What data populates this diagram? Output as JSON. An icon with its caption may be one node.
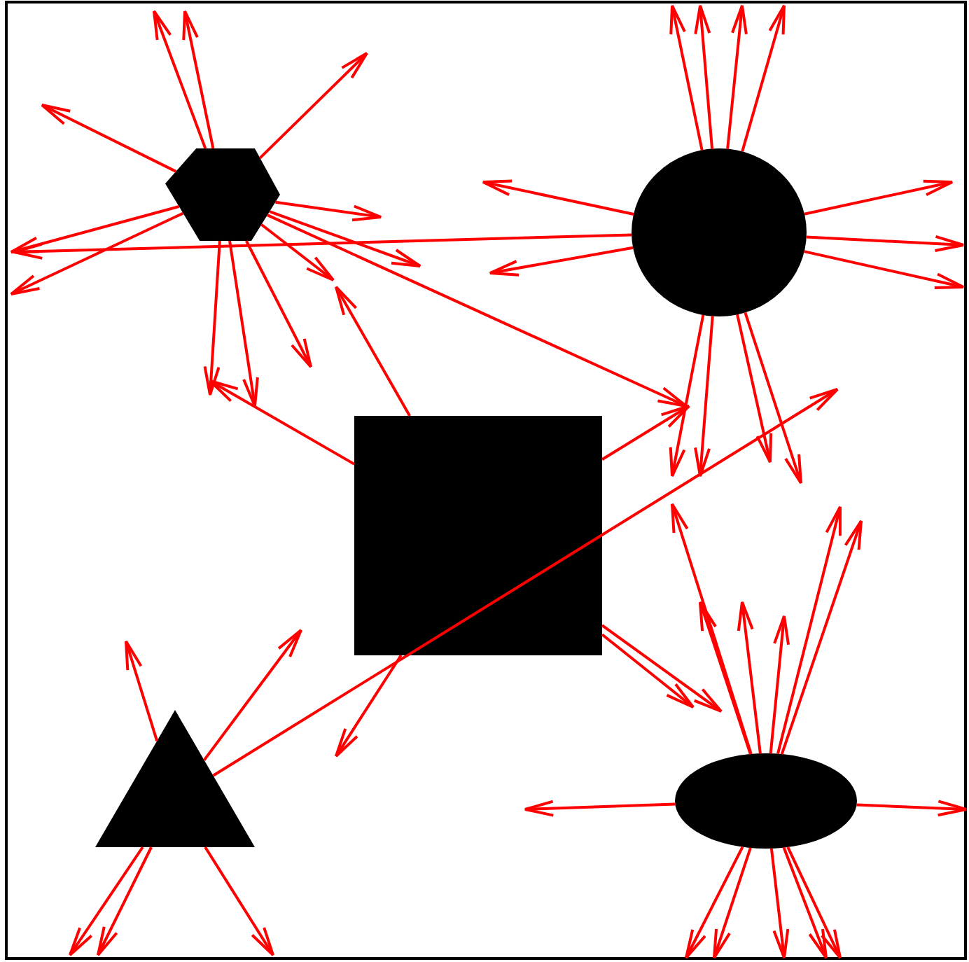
{
  "diagram": {
    "nodes": [
      {
        "text": [],
        "shape": "hexagon"
      },
      {
        "text": [],
        "shape": "circle"
      },
      {
        "text": [],
        "shape": "box"
      },
      {
        "text": [],
        "shape": "triangle"
      },
      {
        "text": [],
        "shape": "ellipse"
      }
    ],
    "edges": [
      {
        "from": 0,
        "to": null,
        "arrow": "to"
      },
      {
        "from": 0,
        "to": null,
        "arrow": "to"
      },
      {
        "from": 0,
        "to": null,
        "arrow": "to"
      },
      {
        "from": 0,
        "to": null,
        "arrow": "to"
      },
      {
        "from": 0,
        "to": null,
        "arrow": "to"
      },
      {
        "from": 0,
        "to": null,
        "arrow": "to"
      },
      {
        "from": 0,
        "to": null,
        "arrow": "to"
      },
      {
        "from": 0,
        "to": null,
        "arrow": "to"
      },
      {
        "from": 0,
        "to": null,
        "arrow": "to"
      },
      {
        "from": 0,
        "to": null,
        "arrow": "to"
      },
      {
        "from": 0,
        "to": null,
        "arrow": "to"
      },
      {
        "from": 0,
        "to": null,
        "arrow": "to"
      },
      {
        "from": 0,
        "to": null,
        "arrow": "to"
      },
      {
        "from": 1,
        "to": null,
        "arrow": "to"
      },
      {
        "from": 1,
        "to": null,
        "arrow": "to"
      },
      {
        "from": 1,
        "to": null,
        "arrow": "to"
      },
      {
        "from": 1,
        "to": null,
        "arrow": "to"
      },
      {
        "from": 1,
        "to": null,
        "arrow": "to"
      },
      {
        "from": 1,
        "to": null,
        "arrow": "to"
      },
      {
        "from": 1,
        "to": null,
        "arrow": "to"
      },
      {
        "from": 1,
        "to": null,
        "arrow": "to"
      },
      {
        "from": 1,
        "to": null,
        "arrow": "to"
      },
      {
        "from": 1,
        "to": null,
        "arrow": "to"
      },
      {
        "from": 1,
        "to": null,
        "arrow": "to"
      },
      {
        "from": 1,
        "to": null,
        "arrow": "to"
      },
      {
        "from": 1,
        "to": null,
        "arrow": "to"
      },
      {
        "from": 1,
        "to": null,
        "arrow": "to"
      },
      {
        "from": 2,
        "to": null,
        "arrow": "to"
      },
      {
        "from": 2,
        "to": null,
        "arrow": "to"
      },
      {
        "from": 2,
        "to": null,
        "arrow": "to"
      },
      {
        "from": 2,
        "to": null,
        "arrow": "to"
      },
      {
        "from": 2,
        "to": null,
        "arrow": "to"
      },
      {
        "from": 2,
        "to": null,
        "arrow": "to"
      },
      {
        "from": 3,
        "to": null,
        "arrow": "to"
      },
      {
        "from": 3,
        "to": null,
        "arrow": "to"
      },
      {
        "from": 3,
        "to": null,
        "arrow": "to"
      },
      {
        "from": 3,
        "to": null,
        "arrow": "to"
      },
      {
        "from": 3,
        "to": null,
        "arrow": "to"
      },
      {
        "from": 3,
        "to": null,
        "arrow": "to"
      },
      {
        "from": 4,
        "to": null,
        "arrow": "to"
      },
      {
        "from": 4,
        "to": null,
        "arrow": "to"
      },
      {
        "from": 4,
        "to": null,
        "arrow": "to"
      },
      {
        "from": 4,
        "to": null,
        "arrow": "to"
      },
      {
        "from": 4,
        "to": null,
        "arrow": "to"
      },
      {
        "from": 4,
        "to": null,
        "arrow": "to"
      },
      {
        "from": 4,
        "to": null,
        "arrow": "to"
      },
      {
        "from": 4,
        "to": null,
        "arrow": "to"
      },
      {
        "from": 4,
        "to": null,
        "arrow": "to"
      },
      {
        "from": 4,
        "to": null,
        "arrow": "to"
      },
      {
        "from": 4,
        "to": null,
        "arrow": "to"
      },
      {
        "from": 4,
        "to": null,
        "arrow": "to"
      },
      {
        "from": 4,
        "to": null,
        "arrow": "to"
      }
    ]
  }
}
